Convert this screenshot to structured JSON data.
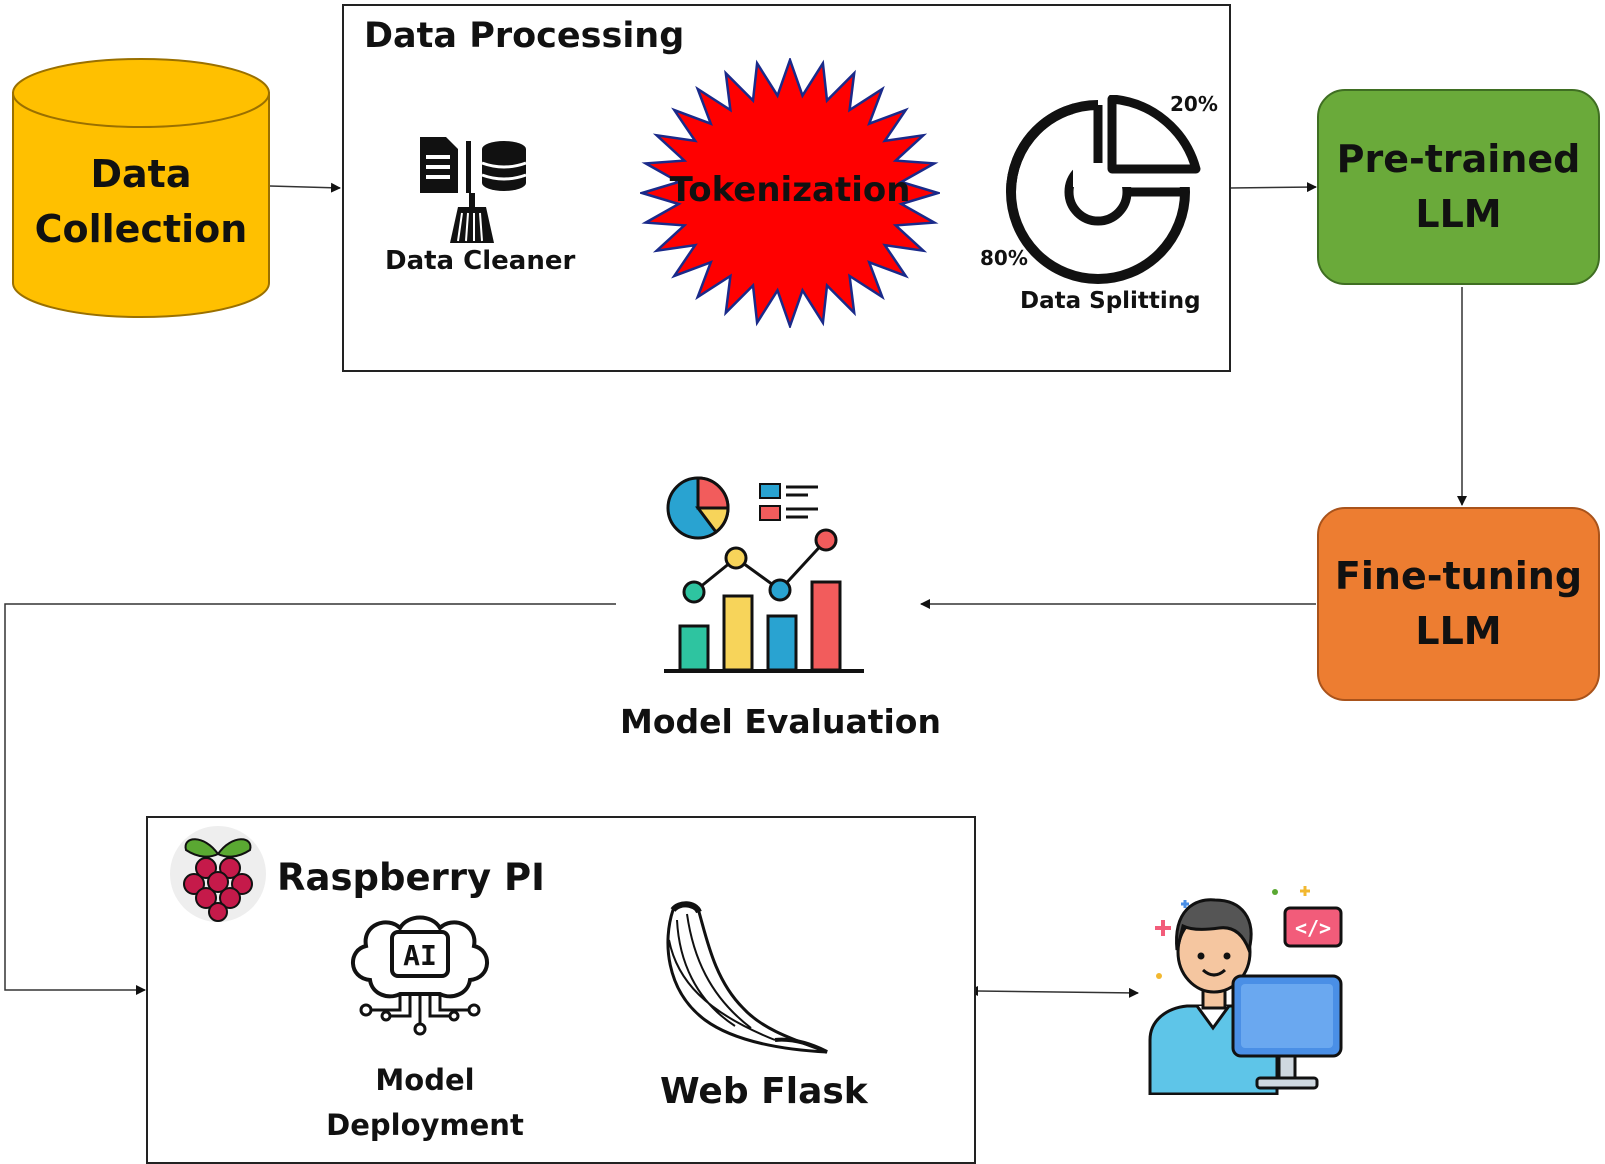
{
  "data_collection": {
    "line1": "Data",
    "line2": "Collection",
    "color": "#ffc000"
  },
  "data_processing": {
    "title": "Data Processing",
    "cleaner_label": "Data Cleaner",
    "tokenization_label": "Tokenization",
    "tokenization_color": "#ff0000",
    "splitting_label": "Data Splitting",
    "split_small": "20%",
    "split_large": "80%"
  },
  "pretrained": {
    "line1": "Pre-trained",
    "line2": "LLM",
    "color": "#6aaa3a"
  },
  "finetuning": {
    "line1": "Fine-tuning",
    "line2": "LLM",
    "color": "#ed7d31"
  },
  "evaluation": {
    "label": "Model Evaluation"
  },
  "raspberry": {
    "title": "Raspberry PI",
    "ai_chip_text": "AI",
    "deploy_line1": "Model",
    "deploy_line2": "Deployment",
    "flask_label": "Web Flask"
  },
  "developer": {
    "code_tag": "</>"
  }
}
